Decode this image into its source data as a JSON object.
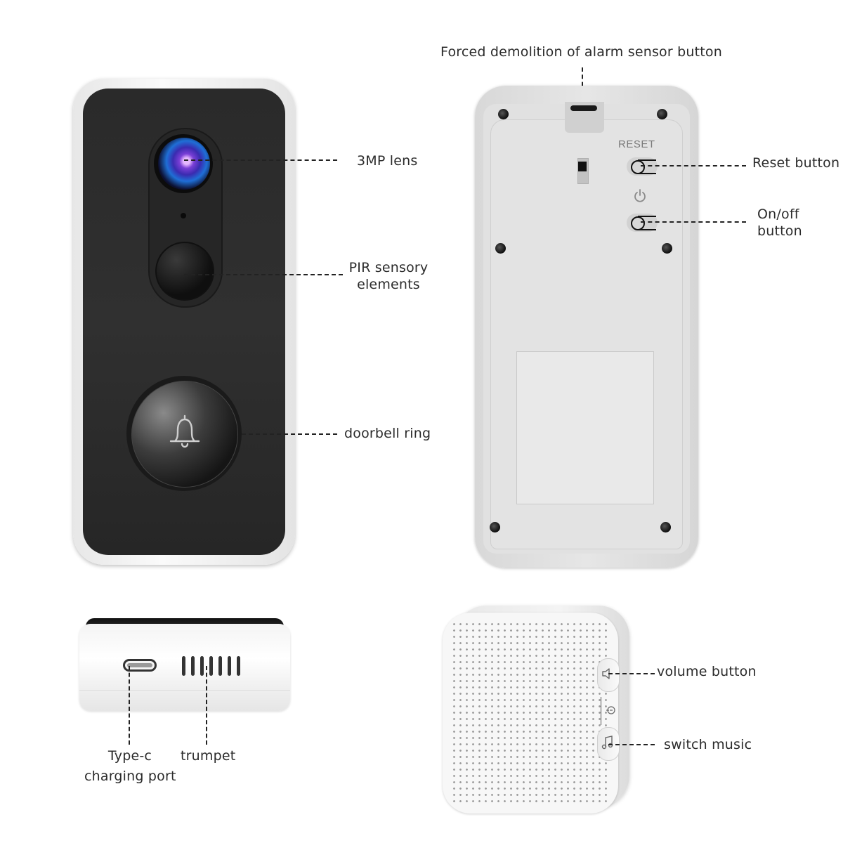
{
  "figure": {
    "type": "annotated product diagram",
    "subject": "video doorbell with chime",
    "background": "#ffffff",
    "line_style": "dashed black leader lines"
  },
  "panels": {
    "front_view": {
      "description": "front of doorbell, black face with white frame",
      "callouts": {
        "lens": "3MP lens",
        "pir_line1": "PIR sensory",
        "pir_line2": "elements",
        "doorbell_ring": "doorbell ring"
      }
    },
    "back_view": {
      "description": "back plate of doorbell",
      "printed_text": {
        "reset": "RESET"
      },
      "callouts": {
        "tamper": "Forced demolition of alarm sensor button",
        "reset": "Reset button",
        "onoff_line1": "On/off",
        "onoff_line2": "button"
      }
    },
    "side_view": {
      "description": "bottom edge of doorbell",
      "callouts": {
        "typec_line1": "Type-c",
        "typec_line2": "charging port",
        "trumpet": "trumpet"
      }
    },
    "chime_view": {
      "description": "white plug-in chime with speaker grille",
      "callouts": {
        "volume": "volume button",
        "music": "switch music"
      }
    }
  },
  "colors": {
    "frame": "#f2f2f2",
    "face": "#2b2b2b",
    "back_plate": "#e1e1e1",
    "text": "#2b2b2b",
    "lens_accent": "#7a3fd6"
  }
}
